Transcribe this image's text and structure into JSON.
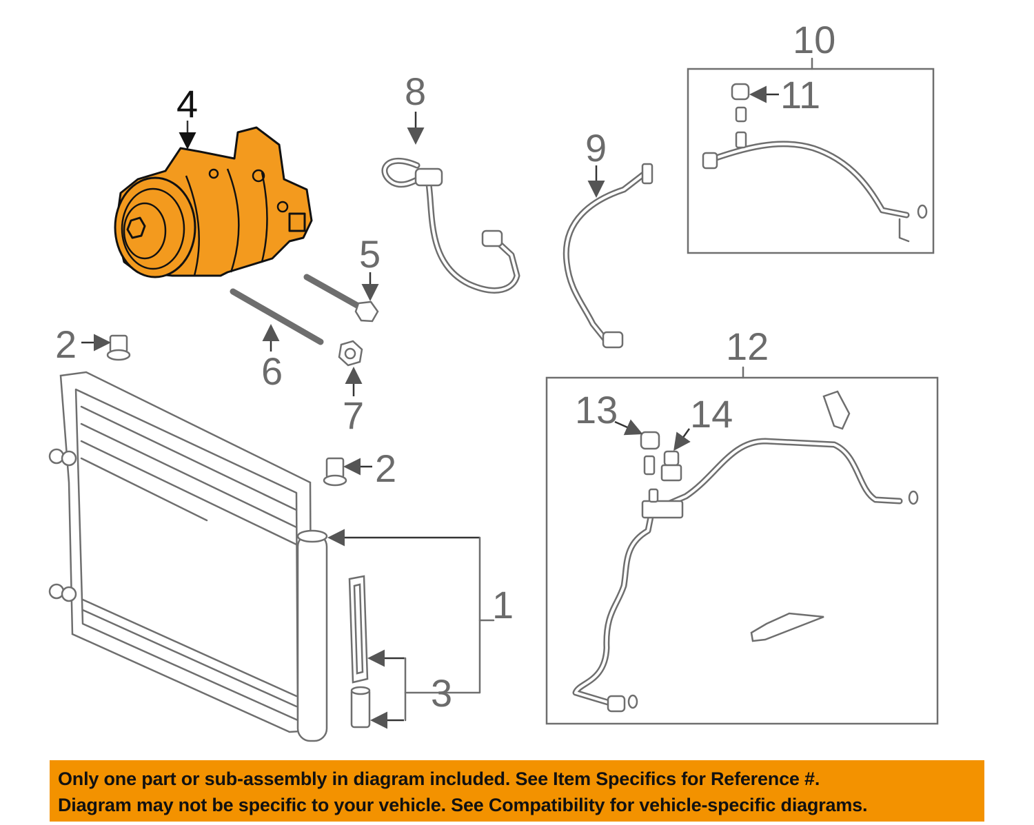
{
  "callouts": {
    "c1": "1",
    "c2a": "2",
    "c2b": "2",
    "c3": "3",
    "c4": "4",
    "c5": "5",
    "c6": "6",
    "c7": "7",
    "c8": "8",
    "c9": "9",
    "c10": "10",
    "c11": "11",
    "c12": "12",
    "c13": "13",
    "c14": "14"
  },
  "highlighted_part": "4",
  "colors": {
    "highlight": "#F39A1E",
    "banner": "#F39200",
    "line": "#6e6e6e"
  },
  "banner": {
    "line1": "Only one part or sub-assembly in diagram included. See Item Specifics for Reference #.",
    "line2": "Diagram may not be specific to your vehicle. See Compatibility for vehicle-specific diagrams."
  }
}
